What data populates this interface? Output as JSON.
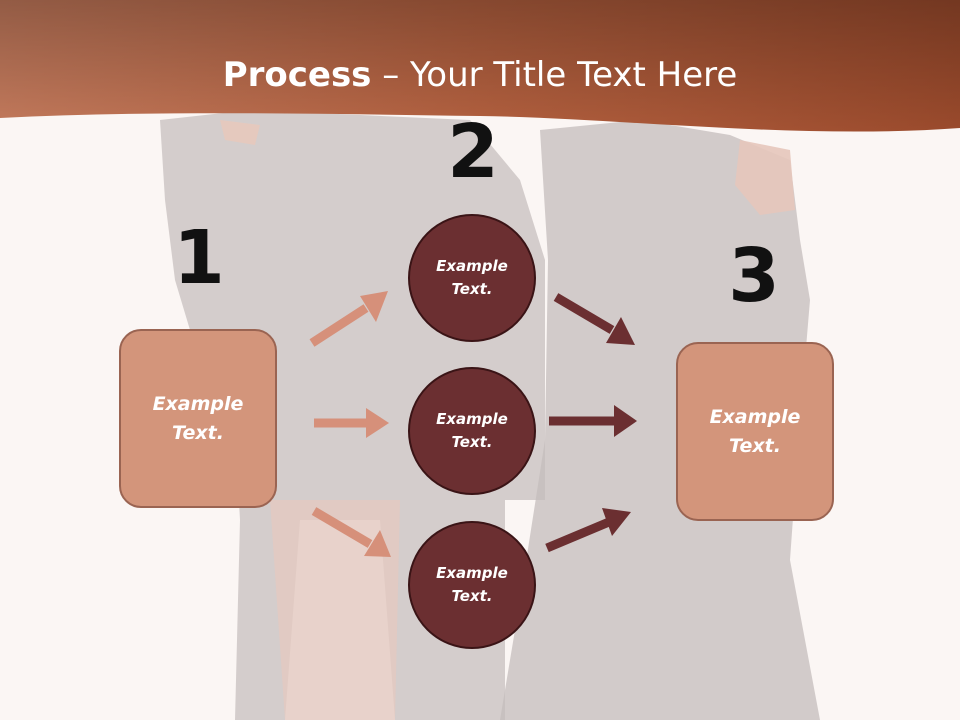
{
  "header": {
    "title_bold": "Process",
    "title_rest": " – Your Title Text Here"
  },
  "numbers": {
    "one": "1",
    "two": "2",
    "three": "3"
  },
  "boxes": {
    "left": "Example Text.",
    "right": "Example Text."
  },
  "circles": {
    "top": "Example Text.",
    "middle": "Example Text.",
    "bottom": "Example Text."
  },
  "colors": {
    "header_band": "#b55f3e",
    "box_fill": "#d3957b",
    "circle_fill": "#6b2f31",
    "arrow_light": "#d6907a",
    "arrow_dark": "#6b2f31"
  }
}
